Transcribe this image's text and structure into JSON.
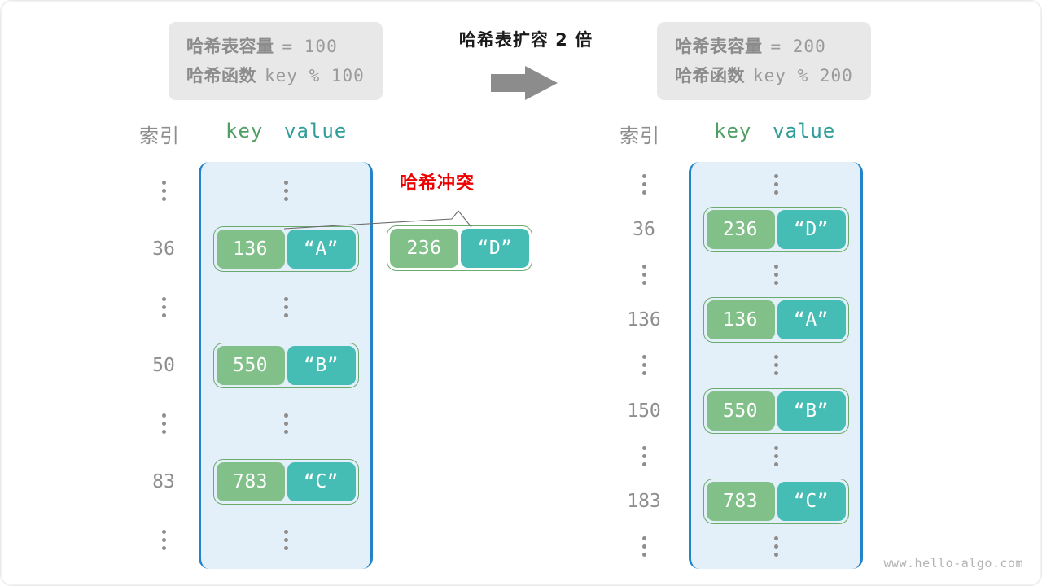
{
  "caption": "哈希表扩容 2 倍",
  "arrow_icon": "right-arrow-icon",
  "watermark": "www.hello-algo.com",
  "collision": {
    "label": "哈希冲突",
    "color": "#ee0000"
  },
  "colors": {
    "key_cell": "#82c08a",
    "value_cell": "#45bdb5",
    "pair_border": "#6cab6e",
    "bucket_fill": "#e3eff9",
    "bucket_border": "#2283c8",
    "info_box_bg": "#e8e8e8",
    "index_text": "#8e8e8e",
    "key_header": "#4f9e63",
    "value_header": "#2f9e9a"
  },
  "left": {
    "info": {
      "capacity_label": "哈希表容量",
      "capacity_value": "= 100",
      "function_label": "哈希函数",
      "function_value": "key % 100"
    },
    "headers": {
      "index": "索引",
      "key": "key",
      "value": "value"
    },
    "rows": [
      {
        "index": "⋮",
        "type": "dots"
      },
      {
        "index": "36",
        "type": "pair",
        "key": "136",
        "value": "“A”"
      },
      {
        "index": "⋮",
        "type": "dots"
      },
      {
        "index": "50",
        "type": "pair",
        "key": "550",
        "value": "“B”"
      },
      {
        "index": "⋮",
        "type": "dots"
      },
      {
        "index": "83",
        "type": "pair",
        "key": "783",
        "value": "“C”"
      },
      {
        "index": "⋮",
        "type": "dots"
      }
    ],
    "floating_pair": {
      "key": "236",
      "value": "“D”"
    }
  },
  "right": {
    "info": {
      "capacity_label": "哈希表容量",
      "capacity_value": "= 200",
      "function_label": "哈希函数",
      "function_value": "key % 200"
    },
    "headers": {
      "index": "索引",
      "key": "key",
      "value": "value"
    },
    "rows": [
      {
        "index": "⋮",
        "type": "dots"
      },
      {
        "index": "36",
        "type": "pair",
        "key": "236",
        "value": "“D”"
      },
      {
        "index": "⋮",
        "type": "dots"
      },
      {
        "index": "136",
        "type": "pair",
        "key": "136",
        "value": "“A”"
      },
      {
        "index": "⋮",
        "type": "dots"
      },
      {
        "index": "150",
        "type": "pair",
        "key": "550",
        "value": "“B”"
      },
      {
        "index": "⋮",
        "type": "dots"
      },
      {
        "index": "183",
        "type": "pair",
        "key": "783",
        "value": "“C”"
      },
      {
        "index": "⋮",
        "type": "dots"
      }
    ]
  }
}
